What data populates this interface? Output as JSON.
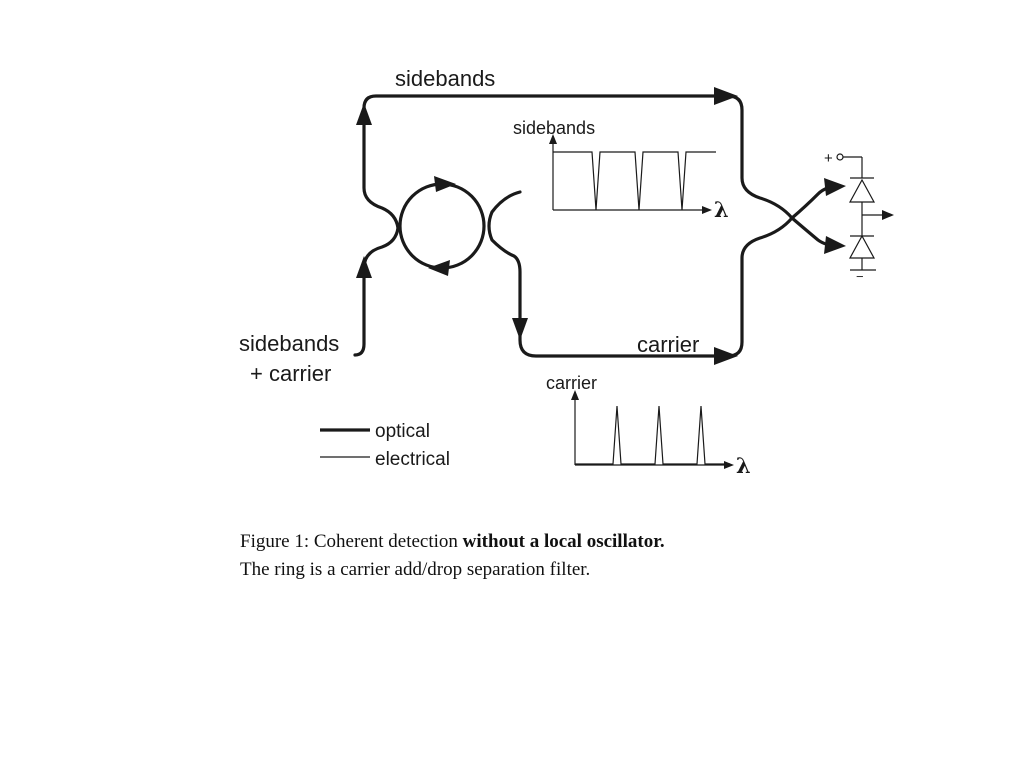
{
  "labels": {
    "top_path": "sidebands",
    "input_line1": "sidebands",
    "input_line2": "+ carrier",
    "bottom_path": "carrier",
    "inset_top_title": "sidebands",
    "inset_bottom_title": "carrier",
    "lambda": "λ",
    "plus": "+",
    "minus": "−"
  },
  "legend": {
    "optical": "optical",
    "electrical": "electrical"
  },
  "caption": {
    "lead": "Figure 1:  Coherent detection ",
    "bold": "without a local oscillator.",
    "line2": "The ring is a carrier add/drop separation filter."
  }
}
